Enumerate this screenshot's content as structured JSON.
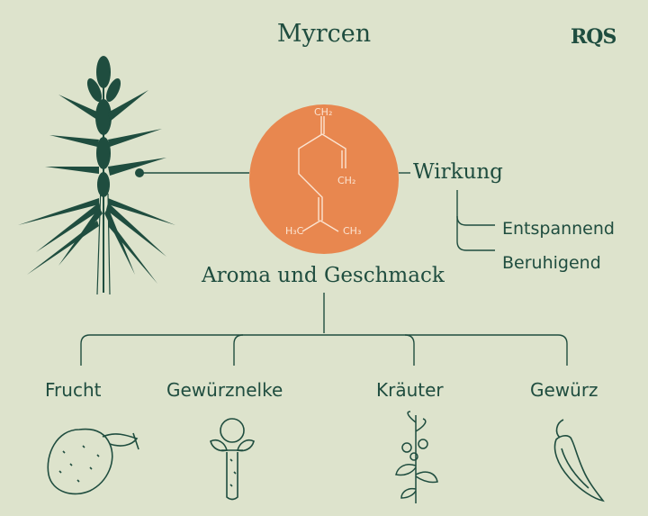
{
  "title": "Myrcen",
  "logo": "RQS",
  "molecule": {
    "labels": {
      "top": "CH₂",
      "right": "CH₂",
      "bottom_left": "H₃C",
      "bottom_right": "CH₃"
    },
    "color": "#e8874f"
  },
  "effects": {
    "heading": "Wirkung",
    "items": [
      "Entspannend",
      "Beruhigend"
    ]
  },
  "aroma": {
    "heading": "Aroma und Geschmack",
    "items": [
      {
        "label": "Frucht",
        "icon": "mango-icon"
      },
      {
        "label": "Gewürznelke",
        "icon": "clove-icon"
      },
      {
        "label": "Kräuter",
        "icon": "herb-icon"
      },
      {
        "label": "Gewürz",
        "icon": "chili-pepper-icon"
      }
    ]
  },
  "colors": {
    "background": "#dde3cc",
    "ink": "#1f4d3f",
    "accent": "#e8874f"
  }
}
